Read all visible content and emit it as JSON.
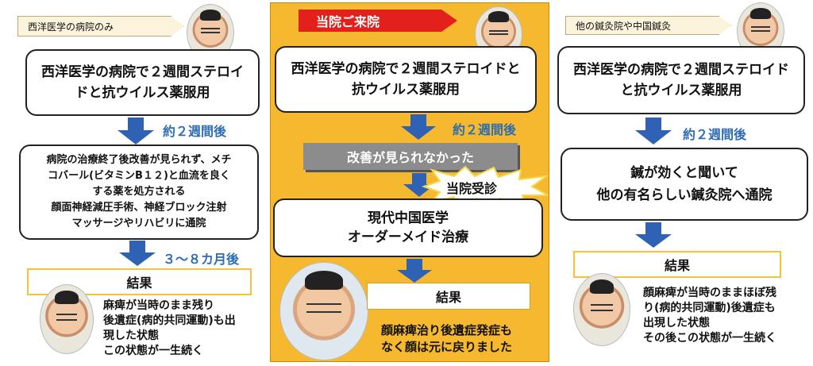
{
  "left": {
    "tag": "西洋医学の病院のみ",
    "box1": "西洋医学の病院で２週間ステロイドと抗ウイルス薬服用",
    "interval1": "約２週間後",
    "box2_lines": [
      "病院の治療終了後改善が見られず、メチ",
      "コバール(ビタミンB１２)と血流を良く",
      "する薬を処方される",
      "顔面神経減圧手術、神経ブロック注射",
      "マッサージやリハビリに通院"
    ],
    "interval2": "３～８カ月後",
    "result_label": "結果",
    "result_lines": [
      "麻痺が当時のまま残り",
      "後遺症(病的共同運動)も出",
      "現した状態",
      "この状態が一生続く"
    ]
  },
  "center": {
    "tag": "当院ご来院",
    "box1": "西洋医学の病院で２週間ステロイドと抗ウイルス薬服用",
    "interval1": "約２週間後",
    "no_improve": "改善が見られなかった",
    "burst": "当院受診",
    "box2_lines": [
      "現代中国医学",
      "オーダーメイド治療"
    ],
    "result_label": "結果",
    "result_lines": [
      "顔麻痺治り後遺症発症も",
      "なく顔は元に戻りました"
    ]
  },
  "right": {
    "tag": "他の鍼灸院や中国鍼灸",
    "box1": "西洋医学の病院で２週間ステロイドと抗ウイルス薬服用",
    "interval1": "約２週間後",
    "box2_lines": [
      "鍼が効くと聞いて",
      "他の有名らしい鍼灸院へ通院"
    ],
    "result_label": "結果",
    "result_lines": [
      "顔麻痺が当時のままほぼ残",
      "り(病的共同運動)後遺症も",
      "出現した状態",
      "その後この状態が一生続く"
    ]
  },
  "colors": {
    "panel": "#f5b82e",
    "arrow": "#2f62b5",
    "red_tag": "#e3201c",
    "blue_text": "#2e6db3"
  }
}
